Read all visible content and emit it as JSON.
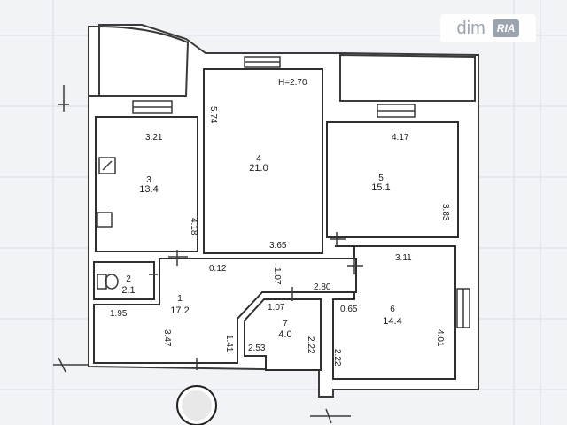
{
  "watermark": {
    "text": "dim",
    "logo": "RIA"
  },
  "ceiling_height": "H=2.70",
  "rooms": [
    {
      "num": "1",
      "area": "17.2"
    },
    {
      "num": "2",
      "area": "2.1"
    },
    {
      "num": "3",
      "area": "13.4"
    },
    {
      "num": "4",
      "area": "21.0"
    },
    {
      "num": "5",
      "area": "15.1"
    },
    {
      "num": "6",
      "area": "14.4"
    },
    {
      "num": "7",
      "area": "4.0"
    }
  ],
  "dimensions": {
    "r3_top": "3.21",
    "r3_side": "4.18",
    "r4_side": "5.74",
    "r4_bottom": "3.65",
    "r5_top": "4.17",
    "r5_side": "3.83",
    "r6_top": "3.11",
    "r6_left": "0.65",
    "r6_side": "4.01",
    "hall_top": "0.12",
    "hall_mid": "1.07",
    "hall_right": "2.80",
    "hall_left": "1.95",
    "hall_side": "3.47",
    "hall_inner": "1.41",
    "r7_top": "1.07",
    "r7_bottom": "2.53",
    "r7_side": "2.22",
    "r6_inner": "2.22"
  },
  "colors": {
    "background": "#f1f3f6",
    "wall": "#3a3a3a",
    "fill": "#ffffff"
  }
}
